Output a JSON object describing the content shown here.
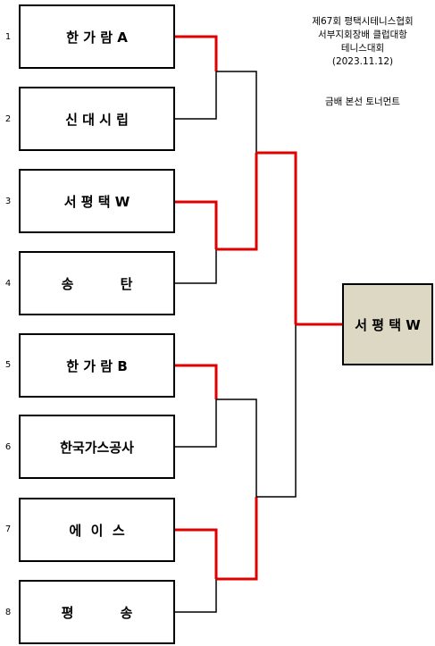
{
  "title_lines": [
    "제67회 평택시테니스협회",
    "서부지회장배 클럽대항",
    "테니스대회",
    "(2023.11.12)"
  ],
  "subtitle": "금배 본선 토너먼트",
  "teams": [
    {
      "seed": "1",
      "name": "한 가 람 A"
    },
    {
      "seed": "2",
      "name": "신 대 시 립"
    },
    {
      "seed": "3",
      "name": "서 평 택 W"
    },
    {
      "seed": "4",
      "name": "송          탄"
    },
    {
      "seed": "5",
      "name": "한 가 람 B"
    },
    {
      "seed": "6",
      "name": "한국가스공사"
    },
    {
      "seed": "7",
      "name": "에  이  스"
    },
    {
      "seed": "8",
      "name": "평          송"
    }
  ],
  "champion": "서 평 택 W",
  "colors": {
    "winner_line": "#e00000",
    "loser_line": "#000000",
    "champion_fill": "#ddd8c4"
  }
}
